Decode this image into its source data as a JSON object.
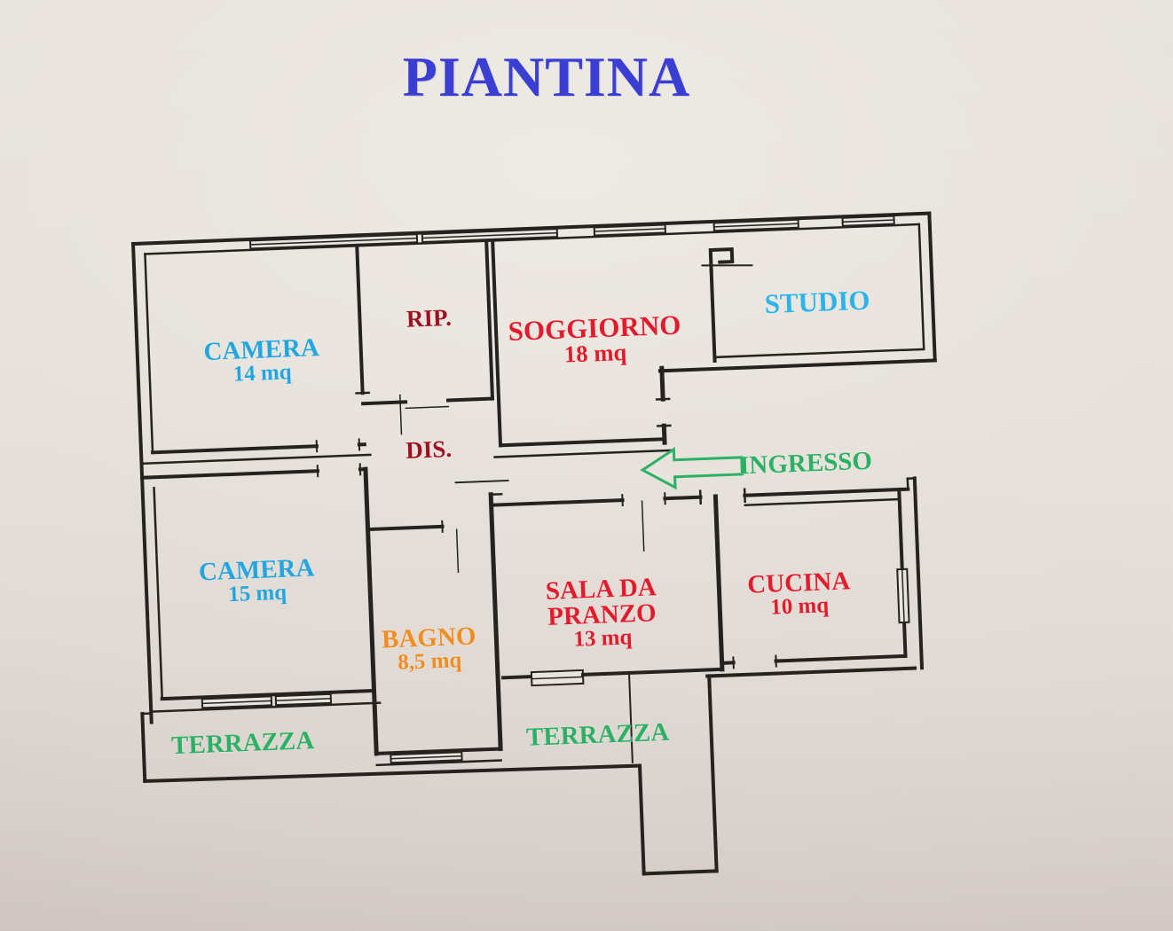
{
  "title": "PIANTINA",
  "labels": {
    "camera14": {
      "line1": "CAMERA",
      "line2": "14 mq"
    },
    "rip": {
      "line1": "RIP."
    },
    "soggiorno": {
      "line1": "SOGGIORNO",
      "line2": "18 mq"
    },
    "studio": {
      "line1": "STUDIO"
    },
    "dis": {
      "line1": "DIS."
    },
    "ingresso": {
      "line1": "INGRESSO"
    },
    "camera15": {
      "line1": "CAMERA",
      "line2": "15 mq"
    },
    "bagno": {
      "line1": "BAGNO",
      "line2": "8,5 mq"
    },
    "sala": {
      "line1": "SALA DA",
      "line2": "PRANZO",
      "line3": "13 mq"
    },
    "cucina": {
      "line1": "CUCINA",
      "line2": "10 mq"
    },
    "terrazza_left": {
      "line1": "TERRAZZA"
    },
    "terrazza_mid": {
      "line1": "TERRAZZA"
    }
  },
  "colors": {
    "title_blue": "#3a3ed2",
    "camera_cyan": "#21a6e0",
    "studio_cyan": "#2cb4ea",
    "red": "#e41b2c",
    "dark_red": "#9e1120",
    "bagno_orange": "#f18c1f",
    "green": "#2bb163",
    "walls": "#262220",
    "paper": "#e7e2db"
  }
}
